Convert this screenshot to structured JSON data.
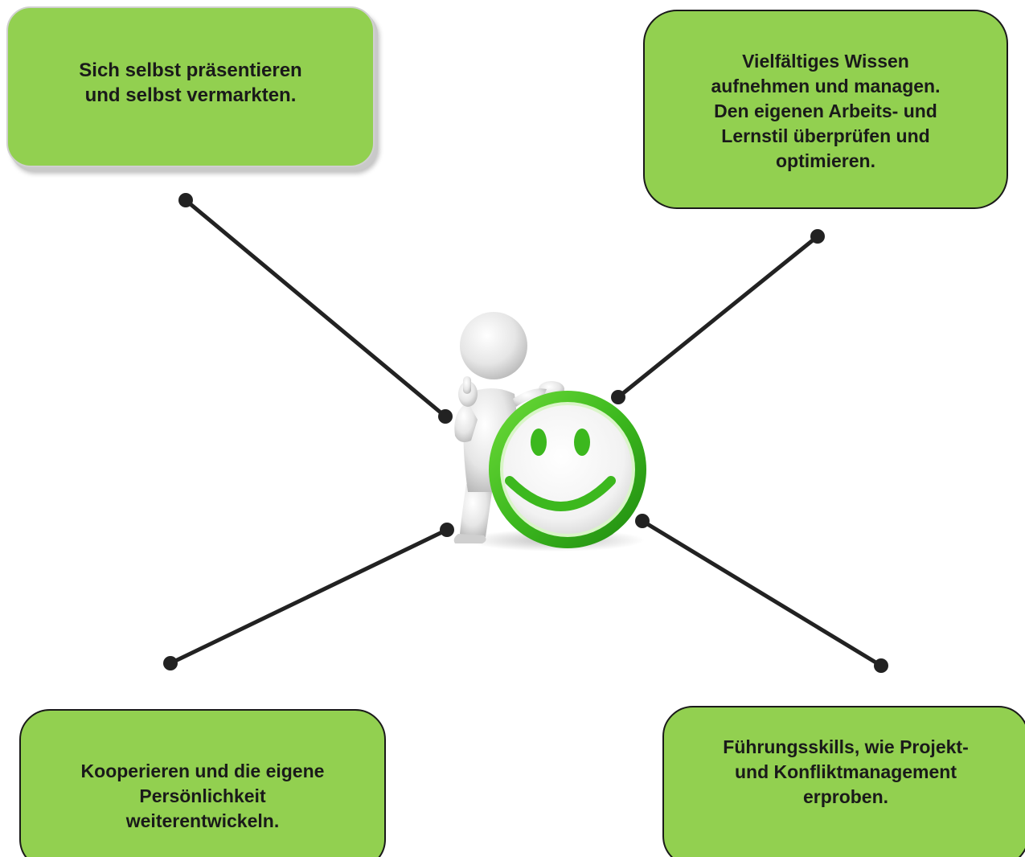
{
  "boxes": {
    "top_left": "Sich selbst präsentieren\nund selbst vermarkten.",
    "top_right": "Vielfältiges Wissen\naufnehmen und managen.\nDen eigenen Arbeits- und\nLernstil überprüfen und\noptimieren.",
    "bottom_left": "Kooperieren und die eigene\nPersönlichkeit\nweiterentwickeln.",
    "bottom_right": "Führungsskills, wie Projekt-\nund Konfliktmanagement\nerproben."
  },
  "colors": {
    "box_fill": "#92d050",
    "connector": "#222222",
    "smiley_green": "#3cb81e"
  },
  "center_figure": {
    "icon": "3d-person-with-smiley-icon"
  }
}
